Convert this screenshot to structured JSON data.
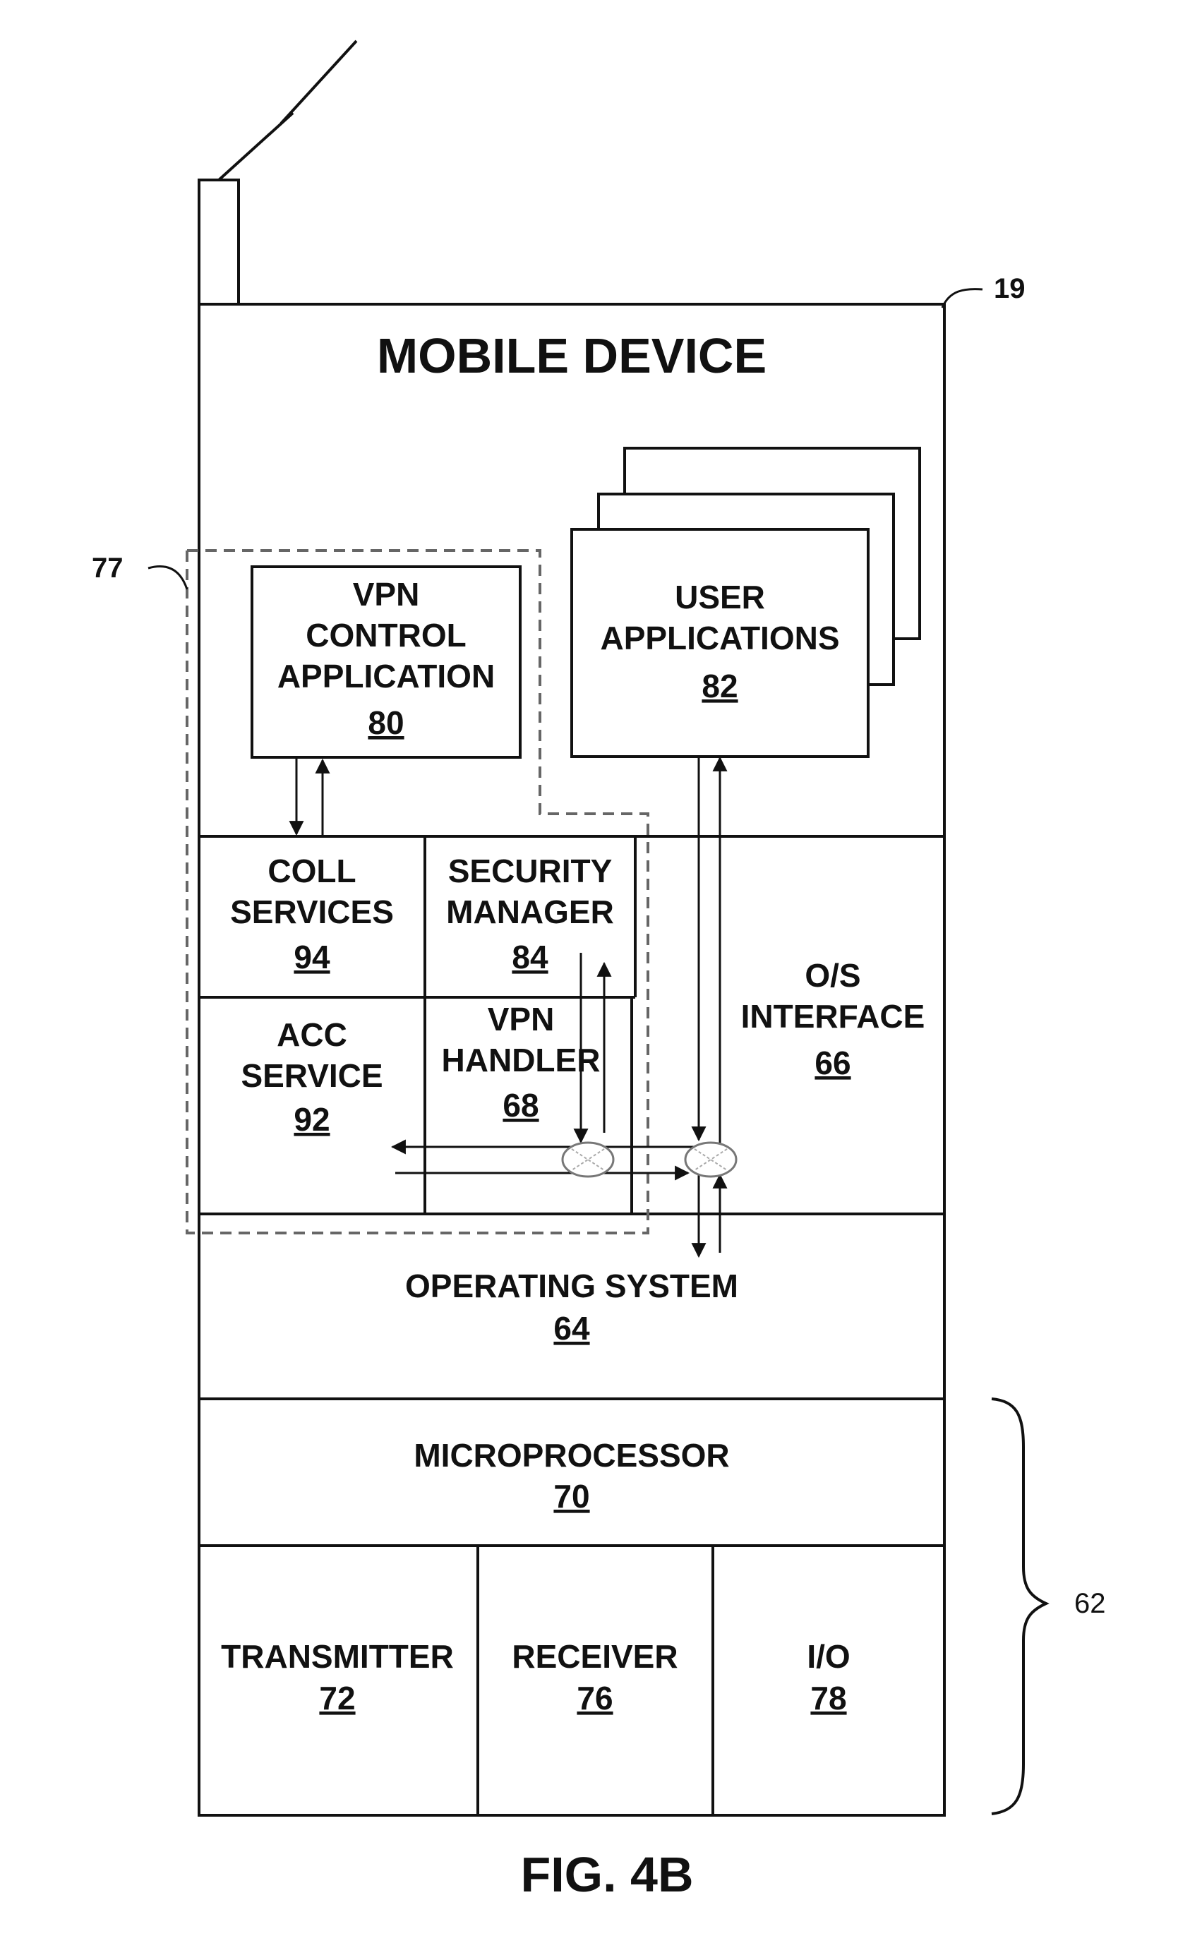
{
  "figure": {
    "title": "MOBILE DEVICE",
    "caption": "FIG. 4B",
    "ref_device": "19",
    "ref_dashed_group": "77",
    "ref_hardware_group": "62"
  },
  "blocks": {
    "vpn_control_app": {
      "lines": [
        "VPN",
        "CONTROL",
        "APPLICATION"
      ],
      "ref": "80"
    },
    "user_applications": {
      "lines": [
        "USER",
        "APPLICATIONS"
      ],
      "ref": "82"
    },
    "coll_services": {
      "lines": [
        "COLL",
        "SERVICES"
      ],
      "ref": "94"
    },
    "security_manager": {
      "lines": [
        "SECURITY",
        "MANAGER"
      ],
      "ref": "84"
    },
    "acc_service": {
      "lines": [
        "ACC",
        "SERVICE"
      ],
      "ref": "92"
    },
    "vpn_handler": {
      "lines": [
        "VPN",
        "HANDLER"
      ],
      "ref": "68"
    },
    "os_interface": {
      "lines": [
        "O/S",
        "INTERFACE"
      ],
      "ref": "66"
    },
    "operating_system": {
      "lines": [
        "OPERATING SYSTEM"
      ],
      "ref": "64"
    },
    "microprocessor": {
      "lines": [
        "MICROPROCESSOR"
      ],
      "ref": "70"
    },
    "transmitter": {
      "lines": [
        "TRANSMITTER"
      ],
      "ref": "72"
    },
    "receiver": {
      "lines": [
        "RECEIVER"
      ],
      "ref": "76"
    },
    "io": {
      "lines": [
        "I/O"
      ],
      "ref": "78"
    }
  },
  "colors": {
    "line": "#111111",
    "dashed_outline": "#666666",
    "background": "#ffffff"
  }
}
